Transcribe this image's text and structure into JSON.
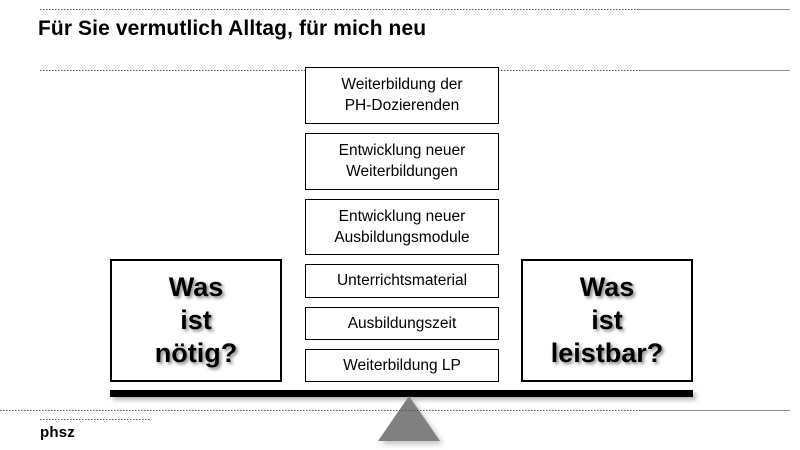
{
  "slide": {
    "title": "Für Sie vermutlich Alltag, für mich neu",
    "logo": "phsz"
  },
  "center_items": [
    {
      "text": "Weiterbildung der\nPH-Dozierenden",
      "lines": [
        "Weiterbildung der",
        "PH-Dozierenden"
      ]
    },
    {
      "text": "Entwicklung neuer\nWeiterbildungen",
      "lines": [
        "Entwicklung neuer",
        "Weiterbildungen"
      ]
    },
    {
      "text": "Entwicklung neuer\nAusbildungsmodule",
      "lines": [
        "Entwicklung neuer",
        "Ausbildungsmodule"
      ]
    },
    {
      "text": "Unterrichtsmaterial",
      "lines": [
        "Unterrichtsmaterial"
      ]
    },
    {
      "text": "Ausbildungszeit",
      "lines": [
        "Ausbildungszeit"
      ]
    },
    {
      "text": "Weiterbildung LP",
      "lines": [
        "Weiterbildung LP"
      ]
    }
  ],
  "question_left": {
    "lines": [
      "Was",
      "ist",
      "nötig?"
    ]
  },
  "question_right": {
    "lines": [
      "Was",
      "ist",
      "leistbar?"
    ]
  },
  "colors": {
    "text": "#000000",
    "rule_solid": "#8d8d8d",
    "rule_dotted": "#555555",
    "fulcrum": "#808080",
    "beam": "#000000",
    "background": "#ffffff"
  }
}
